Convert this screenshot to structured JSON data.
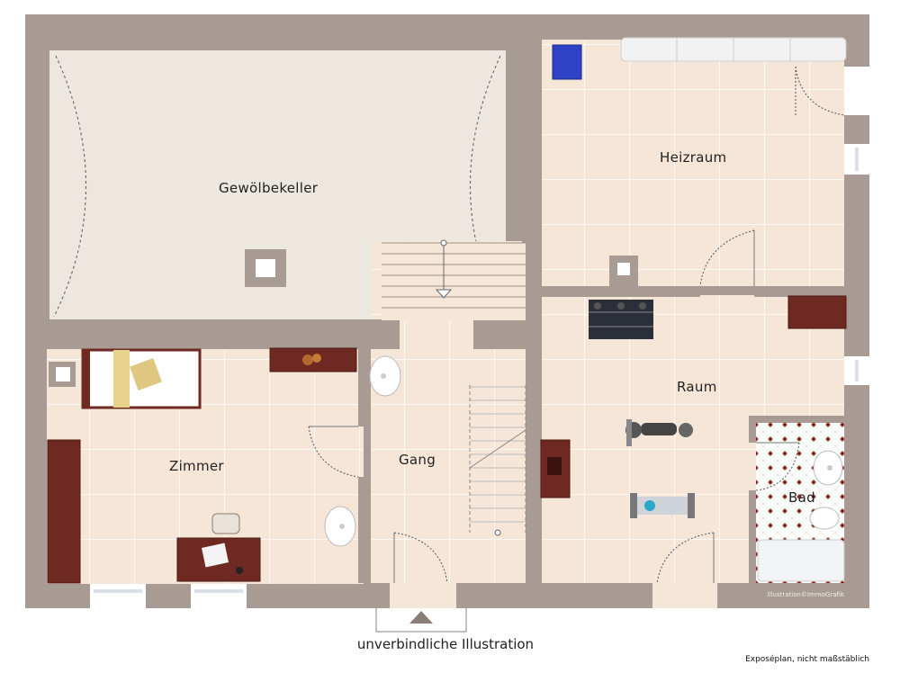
{
  "rooms": {
    "gewoelbekeller": "Gewölbekeller",
    "heizraum": "Heizraum",
    "raum": "Raum",
    "zimmer": "Zimmer",
    "gang": "Gang",
    "bad": "Bad"
  },
  "entry_caption": "unverbindliche Illustration",
  "credit": "Illustration©ImmoGrafik",
  "note": "Exposéplan, nicht maßstäblich",
  "colors": {
    "wall": "#a89b93",
    "floor_tile": "#f6e6d8",
    "grid_line": "#ffffff",
    "vault_floor": "#ece7df",
    "furniture_wood": "#6e2a22"
  }
}
